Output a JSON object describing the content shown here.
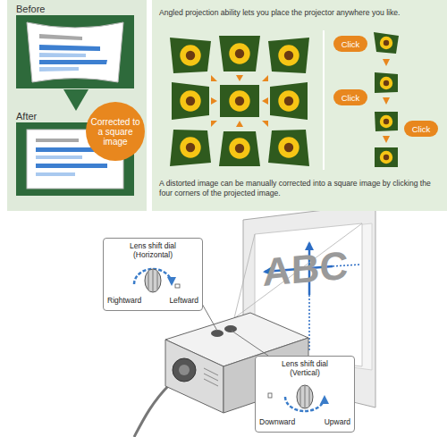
{
  "diagram": {
    "nodes": [
      {
        "text": [
          "Before"
        ]
      },
      {
        "text": [
          "After"
        ]
      },
      {
        "text": [
          "Corrected to a square image"
        ]
      },
      {
        "text": [
          "Angled projection ability lets you place the projector anywhere you like.",
          "A distorted image can be manually corrected into a square image by clicking the four corners of the projected image."
        ]
      },
      {
        "text": [
          "Click"
        ],
        "in": 3
      },
      {
        "text": [
          "Click"
        ],
        "in": 3
      },
      {
        "text": [
          "Click"
        ],
        "in": 3
      },
      {
        "text": [
          "Lens shift dial (Horizontal)",
          "Rightward",
          "Leftward"
        ]
      },
      {
        "text": [
          "Lens shift dial (Vertical)",
          "Downward",
          "Upward"
        ]
      }
    ],
    "edges": [
      {
        "from": 0,
        "to": 1,
        "arrow": "to"
      }
    ],
    "labels": [
      "ABC"
    ]
  }
}
